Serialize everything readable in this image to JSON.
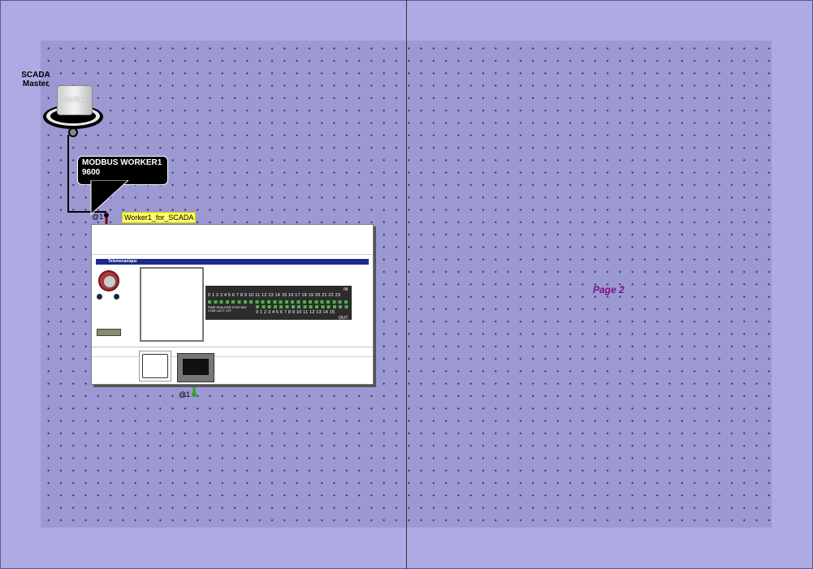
{
  "canvas": {
    "page_label": "Page 2",
    "colors": {
      "page_bg": "#aeaae4",
      "print_area": "#9b98d2",
      "page_label": "#7a1280",
      "serial_link": "#7a0a0a",
      "ethernet_link": "#2ea02e"
    }
  },
  "scada_master": {
    "label_line1": "SCADA",
    "label_line2": "Master",
    "icon_text": "Modbus"
  },
  "link_callout": {
    "title": "MODBUS WORKER1",
    "baud": "9600"
  },
  "plc": {
    "name_tag": "Worker1_for_SCADA",
    "serial_address": "@1",
    "ethernet_address": "@1",
    "brand": "Telemecanique",
    "io": {
      "inputs_label": "IN",
      "outputs_label": "OUT",
      "input_numbers": "0 1 2 3 4 5 6 7 8 9 10 11 12 13 14 15 16 17 18 19 20 21 22 23",
      "output_numbers": "0 1 2 3 4 5 6 7 8 9 10 11 12 13 14 15",
      "status_leds": "PWR RUN ERR STAT BAT COM LACT LST"
    }
  }
}
